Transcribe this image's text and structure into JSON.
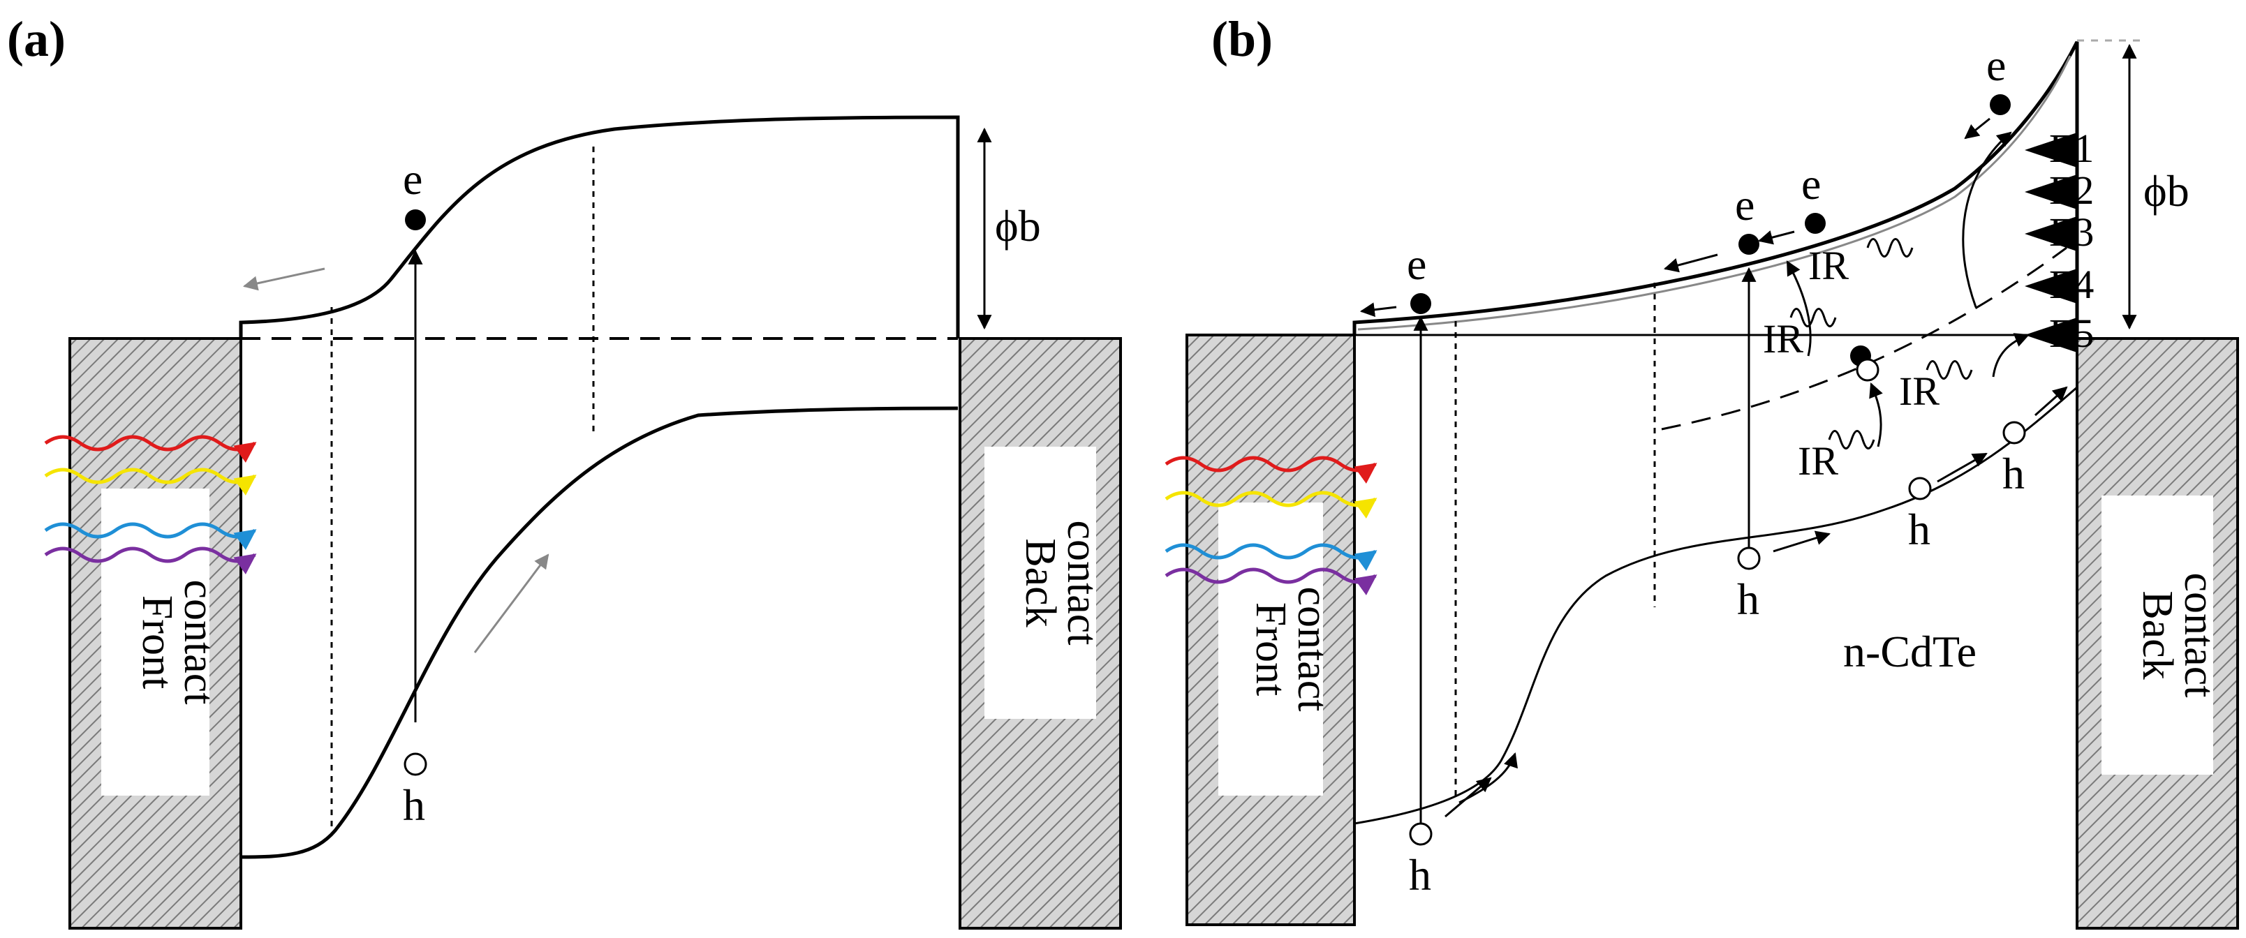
{
  "panels": {
    "a": {
      "label": "(a)",
      "front_contact": [
        "Front",
        "contact"
      ],
      "back_contact": [
        "Back",
        "contact"
      ],
      "electron": "e",
      "hole": "h",
      "barrier": "ϕb"
    },
    "b": {
      "label": "(b)",
      "front_contact": [
        "Front",
        "contact"
      ],
      "back_contact": [
        "Back",
        "contact"
      ],
      "material": "n-CdTe",
      "electron": "e",
      "hole": "h",
      "barrier": "ϕb",
      "ir": "IR",
      "levels": [
        "E1",
        "E2",
        "E3",
        "E4",
        "E5"
      ]
    }
  },
  "colors": {
    "red": "#e01b1b",
    "yellow": "#f5e400",
    "blue": "#1f8fd6",
    "purple": "#7a2fa0"
  }
}
